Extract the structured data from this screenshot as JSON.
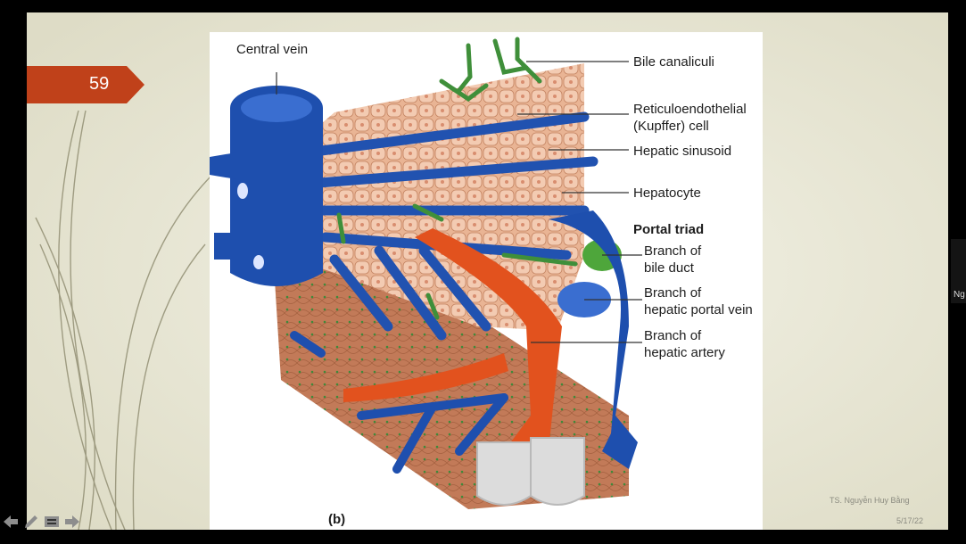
{
  "slide": {
    "number": "59",
    "author": "TS. Nguyễn Huy Bằng",
    "date": "5/17/22"
  },
  "figure": {
    "panel_letter": "(b)",
    "labels": {
      "central_vein": "Central vein",
      "bile_canaliculi": "Bile canaliculi",
      "kupffer_line1": "Reticuloendothelial",
      "kupffer_line2": "(Kupffer) cell",
      "hepatic_sinusoid": "Hepatic sinusoid",
      "hepatocyte": "Hepatocyte",
      "portal_triad": "Portal triad",
      "bile_duct_line1": "Branch of",
      "bile_duct_line2": "bile duct",
      "portal_vein_line1": "Branch of",
      "portal_vein_line2": "hepatic portal vein",
      "artery_line1": "Branch of",
      "artery_line2": "hepatic artery"
    },
    "colors": {
      "vein": "#1e4fae",
      "artery": "#e2521e",
      "bile": "#3f8f3a",
      "hepatocyte": "#f2c7ad",
      "tissue": "#c77d5c"
    }
  },
  "viewer": {
    "presenter_label": "Ng",
    "nav_icons": [
      "arrow-left-icon",
      "pen-icon",
      "menu-icon",
      "arrow-right-icon"
    ]
  }
}
